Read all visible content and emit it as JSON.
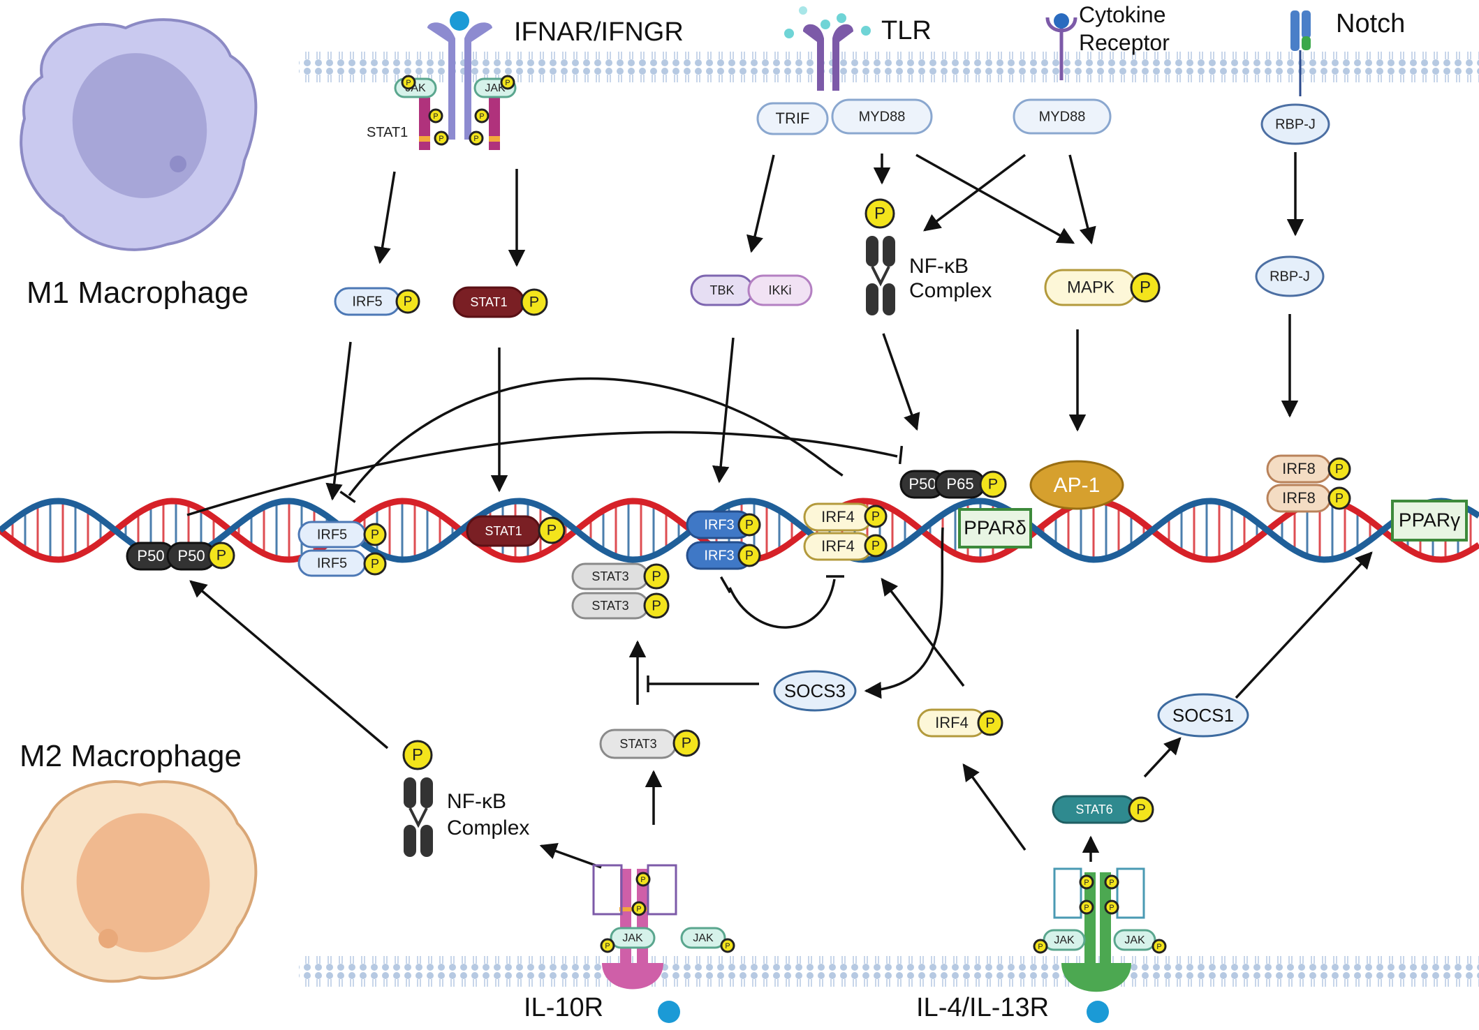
{
  "cells": {
    "m1_label": "M1 Macrophage",
    "m2_label": "M2 Macrophage",
    "m1_colors": {
      "outer": "#c9c9ef",
      "inner": "#a7a6d8",
      "stroke": "#8c8ac4"
    },
    "m2_colors": {
      "outer": "#f8e2c6",
      "inner": "#f0b98f",
      "stroke": "#d9a676"
    }
  },
  "receptors": {
    "ifnar": "IFNAR/IFNGR",
    "tlr": "TLR",
    "cytokine_line1": "Cytokine",
    "cytokine_line2": "Receptor",
    "notch": "Notch",
    "il10r": "IL-10R",
    "il4r": "IL-4/IL-13R"
  },
  "membrane_colors": {
    "fill": "#d7e3f1",
    "lipid": "#9bb4d3"
  },
  "dna_colors": {
    "strand_a": "#d62128",
    "strand_b": "#1f5f99"
  },
  "labels": {
    "jak": "JAK",
    "p": "P",
    "stat1": "STAT1",
    "trif": "TRIF",
    "myd88": "MYD88",
    "rbpj": "RBP-J",
    "irf5": "IRF5",
    "tbk": "TBK",
    "ikki": "IKKi",
    "nfkb_line1": "NF-κB",
    "nfkb_line2": "Complex",
    "mapk": "MAPK",
    "ap1": "AP-1",
    "irf8": "IRF8",
    "ppard": "PPARδ",
    "pparg": "PPARγ",
    "p50": "P50",
    "p65": "P65",
    "irf3": "IRF3",
    "irf4": "IRF4",
    "stat3": "STAT3",
    "socs3": "SOCS3",
    "socs1": "SOCS1",
    "stat6": "STAT6"
  }
}
